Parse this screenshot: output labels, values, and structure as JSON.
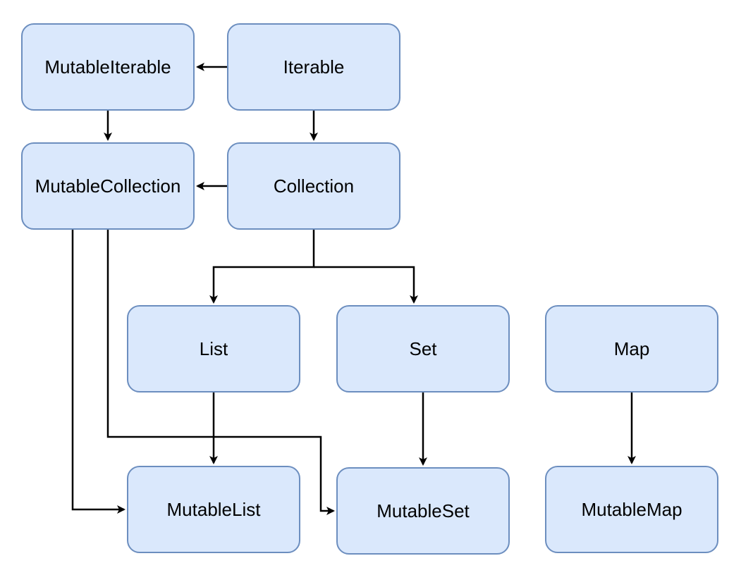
{
  "diagram": {
    "nodes": {
      "mutable_iterable": "MutableIterable",
      "iterable": "Iterable",
      "mutable_collection": "MutableCollection",
      "collection": "Collection",
      "list": "List",
      "set": "Set",
      "map": "Map",
      "mutable_list": "MutableList",
      "mutable_set": "MutableSet",
      "mutable_map": "MutableMap"
    },
    "edges": [
      {
        "from": "Iterable",
        "to": "MutableIterable"
      },
      {
        "from": "MutableIterable",
        "to": "MutableCollection"
      },
      {
        "from": "Iterable",
        "to": "Collection"
      },
      {
        "from": "Collection",
        "to": "MutableCollection"
      },
      {
        "from": "Collection",
        "to": "List"
      },
      {
        "from": "Collection",
        "to": "Set"
      },
      {
        "from": "MutableCollection",
        "to": "MutableList"
      },
      {
        "from": "MutableCollection",
        "to": "MutableSet"
      },
      {
        "from": "List",
        "to": "MutableList"
      },
      {
        "from": "Set",
        "to": "MutableSet"
      },
      {
        "from": "Map",
        "to": "MutableMap"
      }
    ],
    "colors": {
      "node_fill": "#dae8fc",
      "node_border": "#6c8ebf",
      "edge": "#000000"
    }
  }
}
